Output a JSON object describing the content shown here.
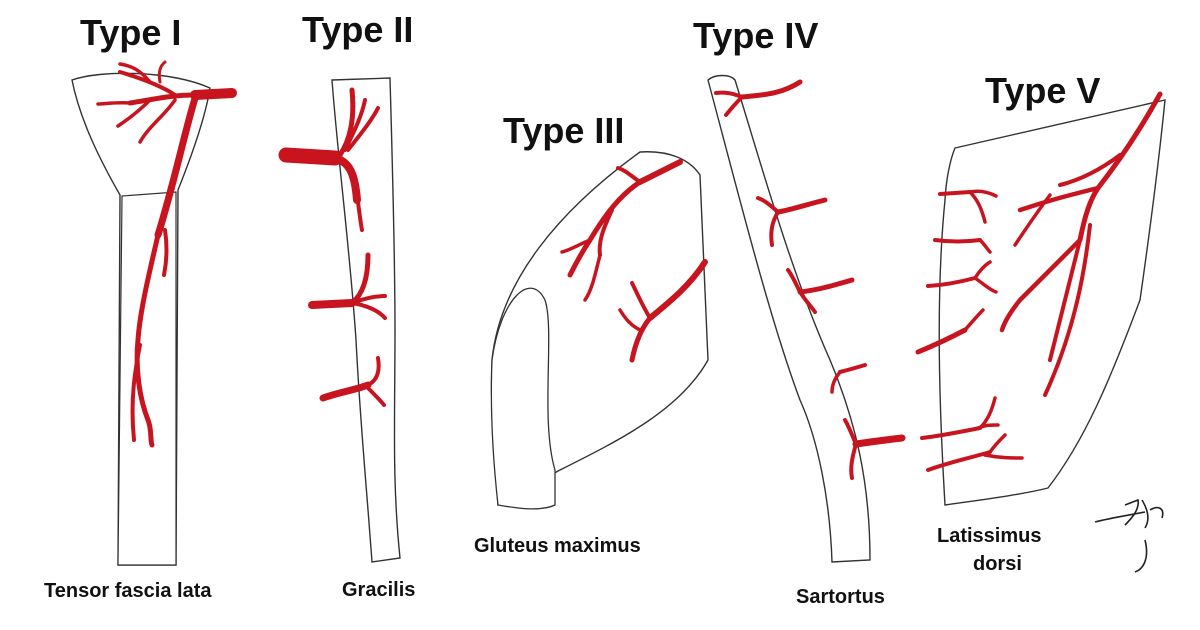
{
  "types": [
    {
      "id": "type-1",
      "heading": "Type I",
      "muscle": "Tensor fascia lata"
    },
    {
      "id": "type-2",
      "heading": "Type II",
      "muscle": "Gracilis"
    },
    {
      "id": "type-3",
      "heading": "Type III",
      "muscle": "Gluteus maximus"
    },
    {
      "id": "type-4",
      "heading": "Type IV",
      "muscle": "Sartortus"
    },
    {
      "id": "type-5",
      "heading": "Type V",
      "muscle_line1": "Latissimus",
      "muscle_line2": "dorsi"
    }
  ],
  "colors": {
    "vessel": "#c8141e",
    "outline": "#333333",
    "hatch": "#8a8a8a"
  }
}
